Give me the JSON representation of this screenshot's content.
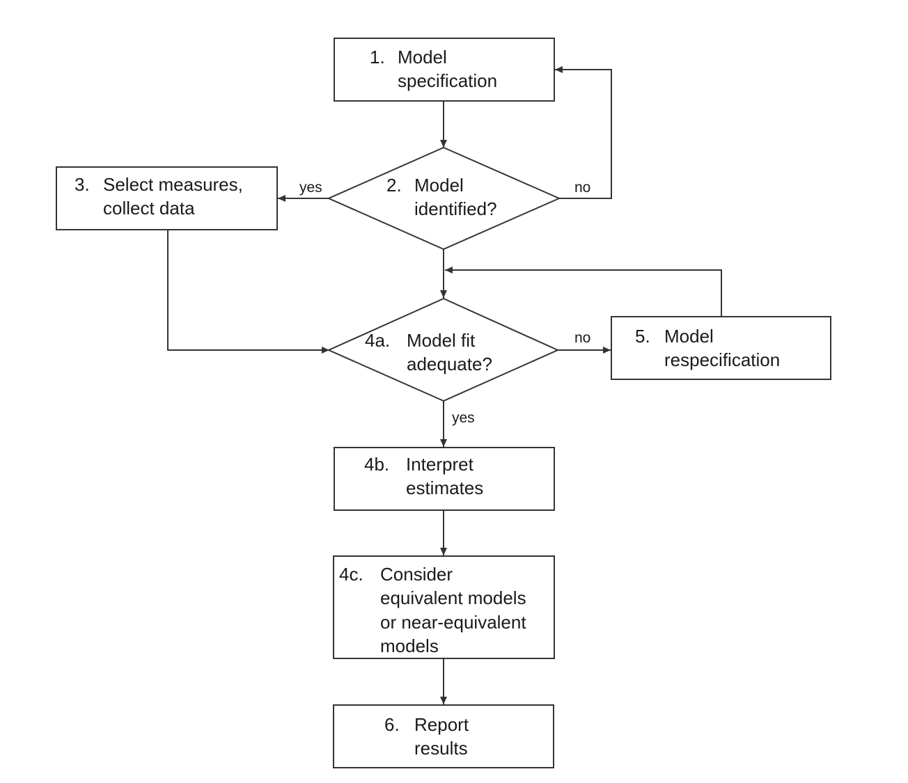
{
  "nodes": {
    "n1": {
      "number": "1.",
      "lines": [
        "Model",
        "specification"
      ]
    },
    "n2": {
      "number": "2.",
      "lines": [
        "Model",
        "identified?"
      ]
    },
    "n3": {
      "number": "3.",
      "lines": [
        "Select measures,",
        "collect data"
      ]
    },
    "n4a": {
      "number": "4a.",
      "lines": [
        "Model fit",
        "adequate?"
      ]
    },
    "n5": {
      "number": "5.",
      "lines": [
        "Model",
        "respecification"
      ]
    },
    "n4b": {
      "number": "4b.",
      "lines": [
        "Interpret",
        "estimates"
      ]
    },
    "n4c": {
      "number": "4c.",
      "lines": [
        "Consider",
        "equivalent models",
        "or near-equivalent",
        "models"
      ]
    },
    "n6": {
      "number": "6.",
      "lines": [
        "Report",
        "results"
      ]
    }
  },
  "edges": {
    "n2_yes": "yes",
    "n2_no": "no",
    "n4a_no": "no",
    "n4a_yes": "yes"
  }
}
